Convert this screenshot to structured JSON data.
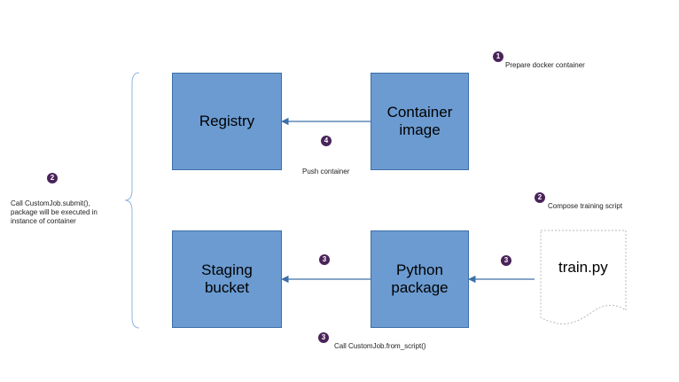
{
  "nodes": {
    "registry": "Registry",
    "container_image": "Container\nimage",
    "staging_bucket": "Staging\nbucket",
    "python_package": "Python\npackage",
    "train_py": "train.py"
  },
  "steps": {
    "prepare": {
      "number": "1",
      "text": "Prepare docker container"
    },
    "compose": {
      "number": "2",
      "text": "Compose training script"
    },
    "submit": {
      "number": "2",
      "text": "Call CustomJob.submit(),\npackage will be executed in\ninstance of container"
    },
    "push": {
      "number": "4",
      "text": "Push container"
    },
    "upload": {
      "number": "3"
    },
    "package": {
      "number": "3"
    },
    "from_script": {
      "number": "3",
      "text": "Call CustomJob.from_script()"
    }
  },
  "colors": {
    "box_fill": "#6b9bd1",
    "box_border": "#3d6fa8",
    "arrow": "#3d6fa8",
    "badge": "#4a235a",
    "brace": "#8fb3dc"
  }
}
